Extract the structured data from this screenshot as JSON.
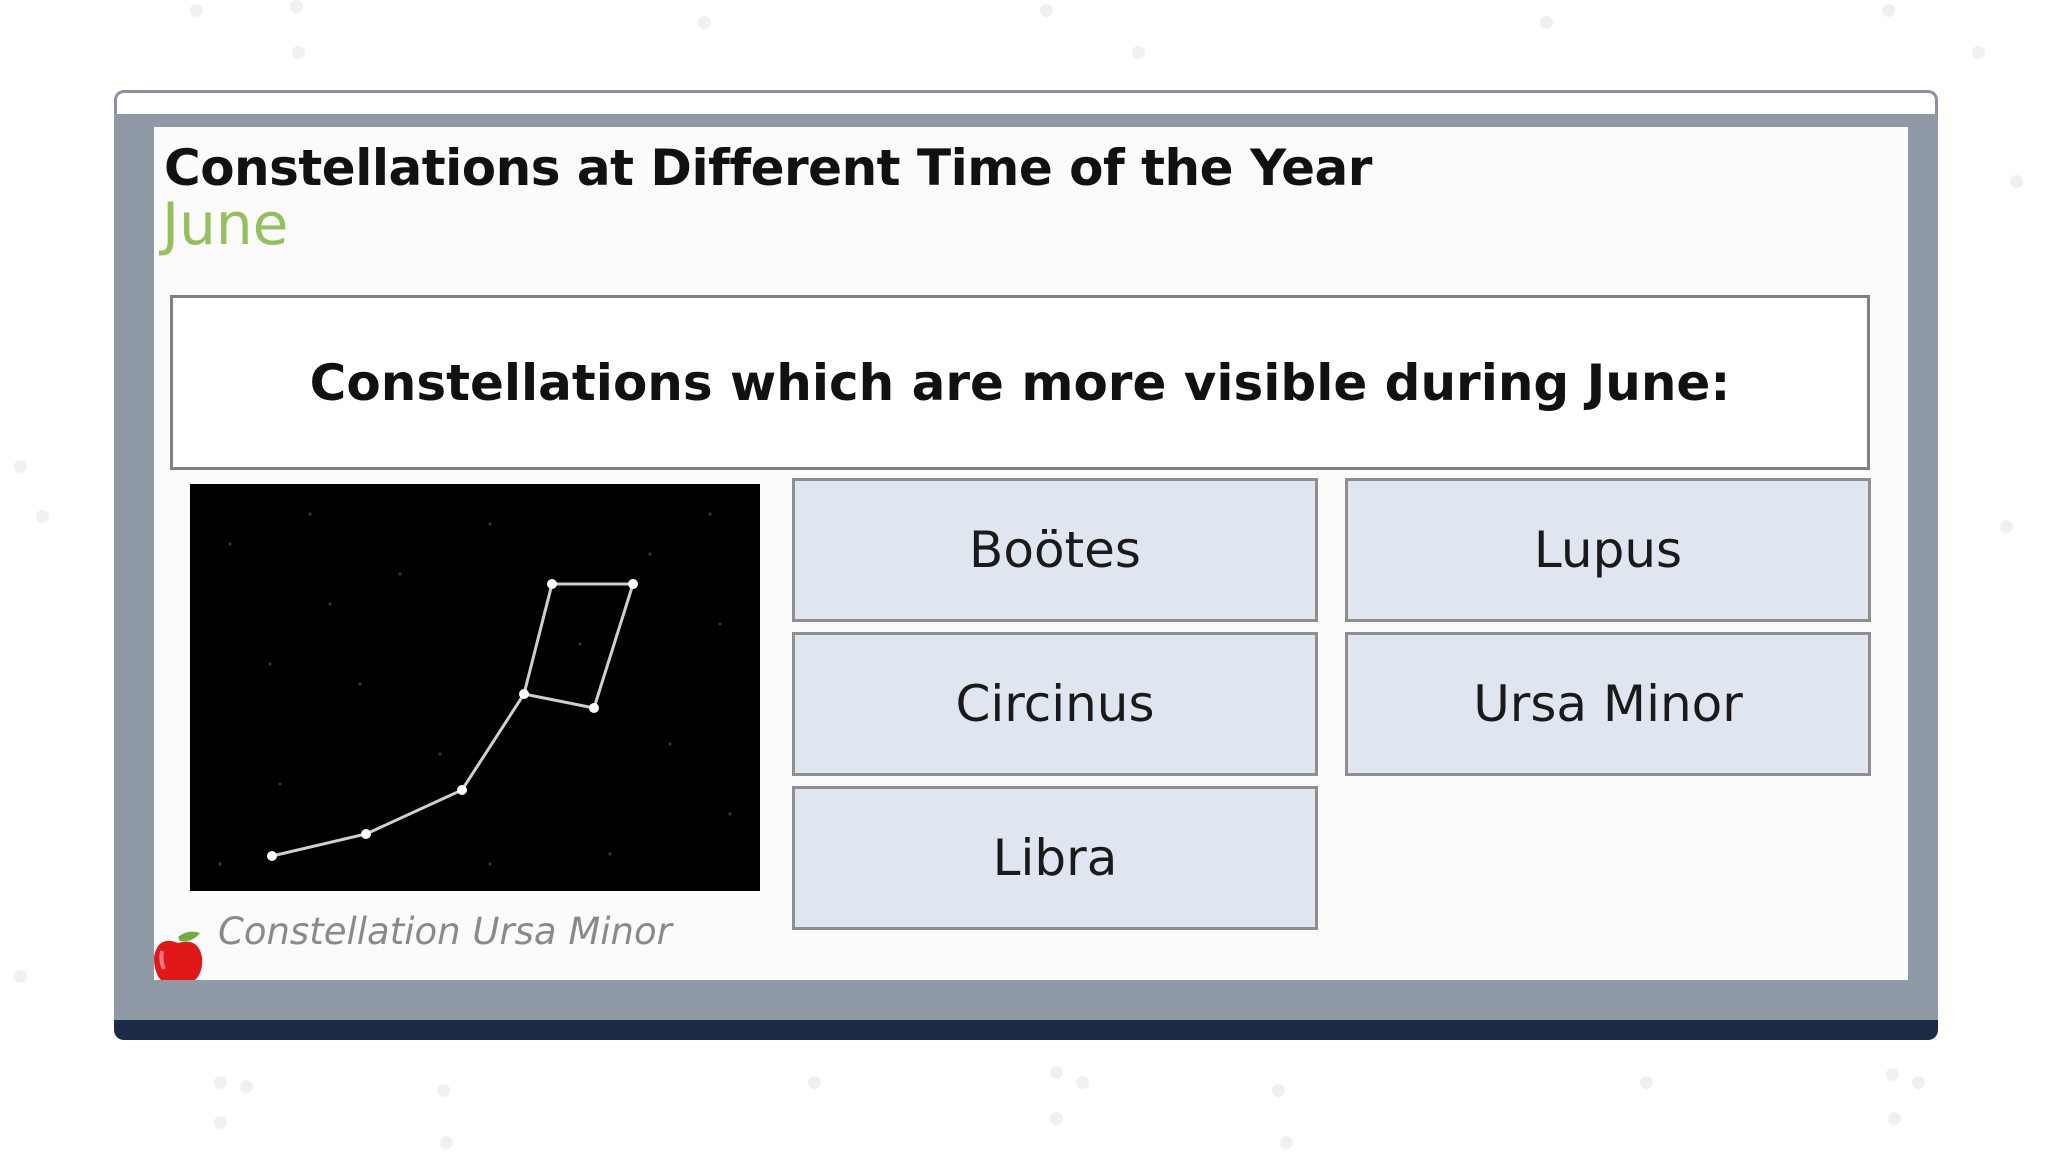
{
  "slide": {
    "title": "Constellations at Different Time of the Year",
    "subtitle": "June",
    "question": "Constellations which are more visible during June:",
    "image_caption": "Constellation Ursa Minor"
  },
  "options": [
    {
      "label": "Boötes"
    },
    {
      "label": "Lupus"
    },
    {
      "label": "Circinus"
    },
    {
      "label": "Ursa Minor"
    },
    {
      "label": "Libra"
    }
  ],
  "colors": {
    "subtitle": "#93c05c",
    "option_fill": "#dfe6f0",
    "frame": "#8f9aa6",
    "frame_base": "#1c2b45",
    "sky": "#000000"
  },
  "icons": {
    "constellation_image": "ursa-minor-constellation",
    "corner_logo": "apple-icon"
  }
}
